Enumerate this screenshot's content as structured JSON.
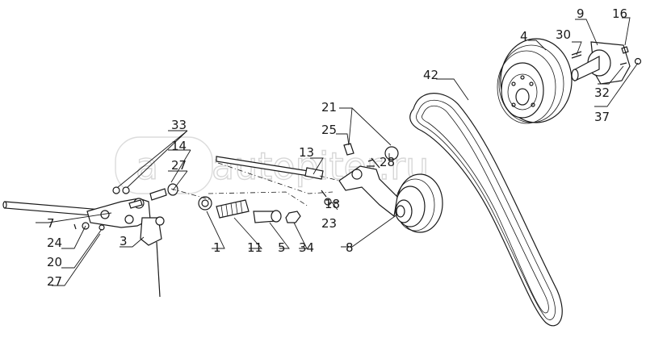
{
  "watermark": {
    "text": "autopiter.ru",
    "logo_mark": "a"
  },
  "labels": {
    "l1": "1",
    "l3": "3",
    "l4": "4",
    "l5": "5",
    "l7": "7",
    "l8": "8",
    "l9": "9",
    "l11": "11",
    "l13": "13",
    "l14": "14",
    "l16": "16",
    "l18": "18",
    "l20": "20",
    "l21": "21",
    "l23": "23",
    "l24": "24",
    "l25": "25",
    "l27a": "27",
    "l27b": "27",
    "l28": "28",
    "l30": "30",
    "l32": "32",
    "l33": "33",
    "l34": "34",
    "l37": "37",
    "l42": "42"
  },
  "colors": {
    "ink": "#1a1a1a",
    "paper": "#ffffff",
    "watermark": "#d7d7d7"
  }
}
